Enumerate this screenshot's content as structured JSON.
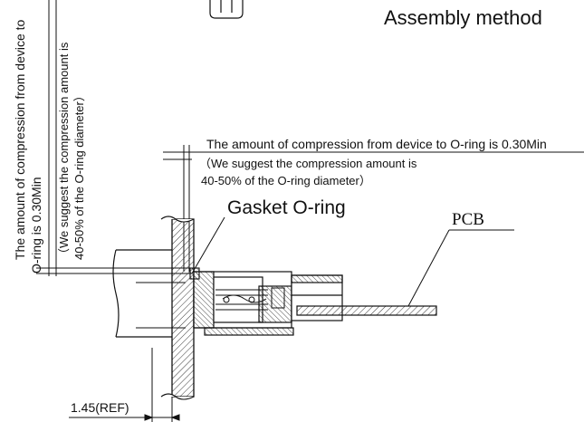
{
  "title": "Assembly method",
  "callouts": {
    "compression_h": "The amount of compression from device to O-ring is 0.30Min",
    "suggest_h_1": "（We suggest the compression amount  is",
    "suggest_h_2": "40-50% of the O-ring diameter）",
    "compression_v_1": "The amount of compression from device to",
    "compression_v_2": "O-ring is 0.30Min",
    "suggest_v_1": "（We suggest the compression amount  is",
    "suggest_v_2": "40-50% of the O-ring diameter）"
  },
  "labels": {
    "gasket": "Gasket O-ring",
    "pcb": "PCB",
    "ref_dim": "1.45(REF)"
  }
}
